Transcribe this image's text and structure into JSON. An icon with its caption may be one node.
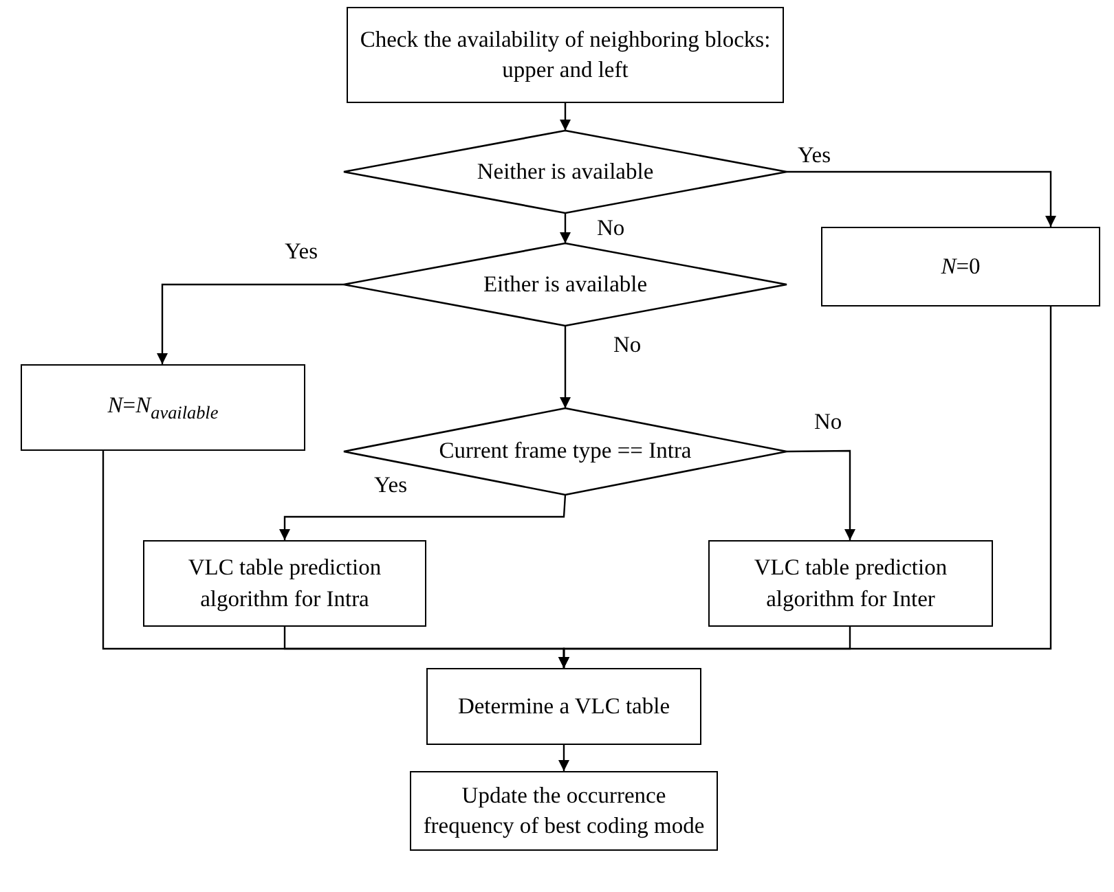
{
  "diagram": {
    "nodes": [
      {
        "text": [
          "Check the availability of neighboring blocks: upper and left"
        ]
      },
      {
        "text": [
          "Neither is available"
        ]
      },
      {
        "text": [
          "*N*=0"
        ]
      },
      {
        "text": [
          "Either is available"
        ]
      },
      {
        "text": [
          "*N*=*N*$_{available}$"
        ]
      },
      {
        "text": [
          "Current frame type == Intra"
        ]
      },
      {
        "text": [
          "VLC table prediction algorithm for Intra"
        ]
      },
      {
        "text": [
          "VLC table prediction algorithm for Inter"
        ]
      },
      {
        "text": [
          "Determine a VLC table"
        ]
      },
      {
        "text": [
          "Update the occurrence frequency of best coding mode"
        ]
      }
    ],
    "edges": [
      {
        "from": 0,
        "to": 1,
        "arrow": "to"
      },
      {
        "from": 1,
        "to": 2,
        "arrow": "to",
        "label": "Yes"
      },
      {
        "from": 1,
        "to": 3,
        "arrow": "to",
        "label": "No"
      },
      {
        "from": 3,
        "to": 4,
        "arrow": "to",
        "label": "Yes"
      },
      {
        "from": 3,
        "to": 5,
        "arrow": "to",
        "label": "No"
      },
      {
        "from": 5,
        "to": 6,
        "arrow": "to",
        "label": "Yes"
      },
      {
        "from": 5,
        "to": 7,
        "arrow": "to",
        "label": "No"
      },
      {
        "from": 4,
        "to": 8,
        "arrow": "to"
      },
      {
        "from": 6,
        "to": 8,
        "arrow": "to"
      },
      {
        "from": 7,
        "to": 8,
        "arrow": "to"
      },
      {
        "from": 2,
        "to": 8,
        "arrow": "to"
      },
      {
        "from": 8,
        "to": 9,
        "arrow": "to"
      }
    ]
  }
}
